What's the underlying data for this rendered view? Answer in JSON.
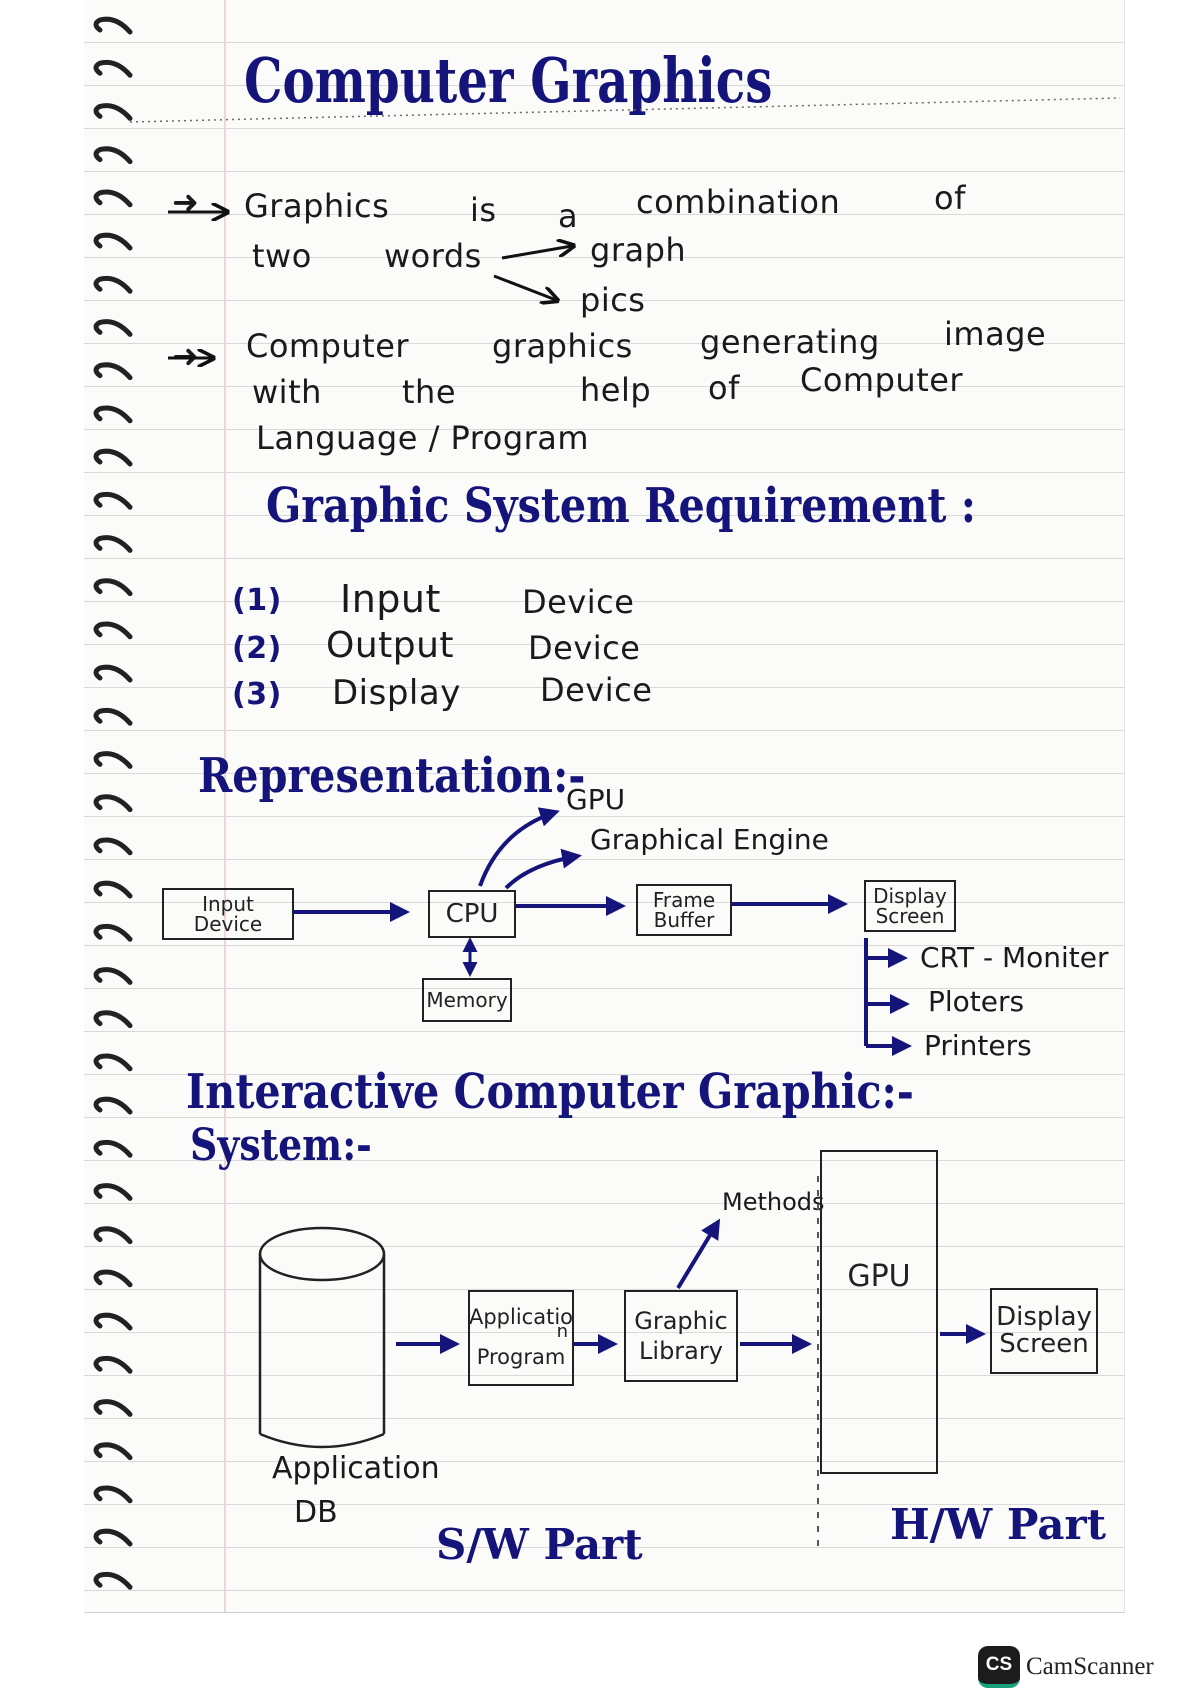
{
  "title": "Computer Graphics",
  "intro": {
    "line1": [
      "Graphics",
      "is",
      "a",
      "combination",
      "of"
    ],
    "line2": [
      "two",
      "words"
    ],
    "branch1": "graph",
    "branch2": "pics",
    "def1": [
      "Computer",
      "graphics",
      "generating",
      "image"
    ],
    "def2": [
      "with",
      "the",
      "help",
      "of",
      "Computer"
    ],
    "def3": "Language / Program"
  },
  "requirements": {
    "heading": "Graphic System Requirement :",
    "items": [
      {
        "num": "(1)",
        "w1": "Input",
        "w2": "Device"
      },
      {
        "num": "(2)",
        "w1": "Output",
        "w2": "Device"
      },
      {
        "num": "(3)",
        "w1": "Display",
        "w2": "Device"
      }
    ]
  },
  "representation": {
    "heading": "Representation:-",
    "gpu": "GPU",
    "engine": "Graphical Engine",
    "input_box": [
      "Input",
      "Device"
    ],
    "cpu_box": "CPU",
    "memory_box": "Memory",
    "frame_box": [
      "Frame",
      "Buffer"
    ],
    "display_box": [
      "Display",
      "Screen"
    ],
    "outputs": [
      "CRT - Moniter",
      "Ploters",
      "Printers"
    ]
  },
  "interactive": {
    "heading1": "Interactive Computer Graphic:-",
    "heading2": "System:-",
    "db_label": [
      "Application",
      "DB"
    ],
    "app_box": [
      "Applicatio",
      "n",
      "Program"
    ],
    "lib_box": [
      "Graphic",
      "Library"
    ],
    "methods": "Methods",
    "gpu": "GPU",
    "display_box": [
      "Display",
      "Screen"
    ],
    "sw_part": "S/W Part",
    "hw_part": "H/W Part"
  },
  "watermark": {
    "icon": "CS",
    "text": "CamScanner"
  },
  "colors": {
    "ink_blue": "#14147a",
    "ink_dark": "#1a1a1a",
    "paper": "#fbfbfa"
  }
}
